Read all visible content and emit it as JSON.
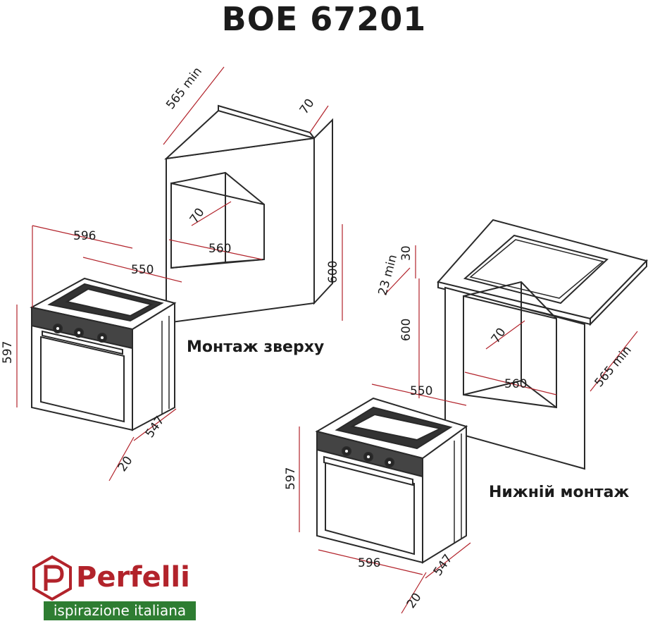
{
  "title": "BOE 67201",
  "captions": {
    "top_mount": "Монтаж зверху",
    "bottom_mount": "Нижній монтаж"
  },
  "brand": {
    "name": "Perfelli",
    "tagline": "ispirazione italiana",
    "color": "#b2232b",
    "tagline_bg": "#2e7d32"
  },
  "dimensions": {
    "top_mount": {
      "cabinet_depth": "565 min",
      "cabinet_vent": "70",
      "cabinet_inner_depth": "70",
      "cabinet_width": "560",
      "cabinet_height": "600",
      "oven_width": "596",
      "oven_depth": "550",
      "oven_height": "597",
      "oven_body_depth": "547",
      "oven_front": "20"
    },
    "bottom_mount": {
      "gap": "23 min",
      "top_thickness": "30",
      "cabinet_height": "600",
      "cabinet_inner_depth": "70",
      "cabinet_width": "560",
      "cabinet_depth": "565 min",
      "oven_depth": "550",
      "oven_height": "597",
      "oven_width": "596",
      "oven_body_depth": "547",
      "oven_front": "20"
    }
  },
  "colors": {
    "line": "#2a2a2a",
    "dimension": "#b2232b",
    "panel": "#444444"
  }
}
